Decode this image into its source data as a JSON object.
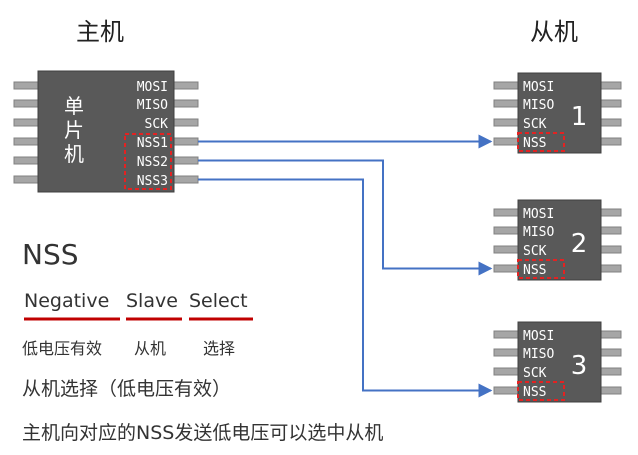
{
  "header": {
    "master_title": "主机",
    "slave_title": "从机"
  },
  "master": {
    "chip_label_chars": [
      "单",
      "片",
      "机"
    ],
    "pins": [
      "MOSI",
      "MISO",
      "SCK",
      "NSS1",
      "NSS2",
      "NSS3"
    ]
  },
  "slaves": [
    {
      "number": "1",
      "pins": [
        "MOSI",
        "MISO",
        "SCK",
        "NSS"
      ]
    },
    {
      "number": "2",
      "pins": [
        "MOSI",
        "MISO",
        "SCK",
        "NSS"
      ]
    },
    {
      "number": "3",
      "pins": [
        "MOSI",
        "MISO",
        "SCK",
        "NSS"
      ]
    }
  ],
  "notes": {
    "heading": "NSS",
    "words": [
      {
        "english": "Negative",
        "chinese": "低电压有效"
      },
      {
        "english": "Slave",
        "chinese": "从机"
      },
      {
        "english": "Select",
        "chinese": "选择"
      }
    ],
    "summary": "从机选择（低电压有效）",
    "description": "主机向对应的NSS发送低电压可以选中从机"
  },
  "colors": {
    "chip_body": "#595959",
    "chip_border": "#404040",
    "pin_fill": "#a6a6a6",
    "pin_border": "#808080",
    "wire": "#4472c4",
    "highlight": "#e32222",
    "underline": "#c00000"
  }
}
